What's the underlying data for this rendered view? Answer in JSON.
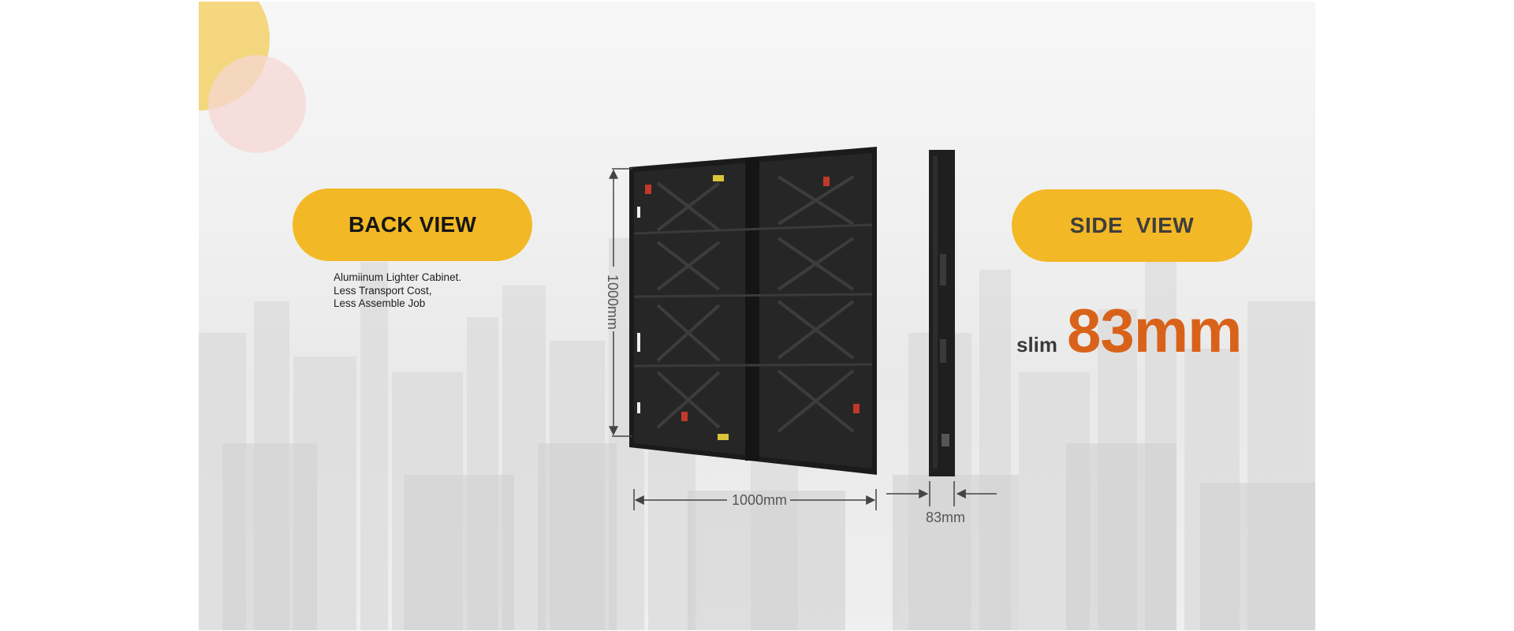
{
  "back_view": {
    "title": "BACK VIEW",
    "features": [
      "Alumiinum Lighter Cabinet.",
      "Less Transport Cost,",
      "Less Assemble Job"
    ]
  },
  "side_view": {
    "title": "SIDE  VIEW",
    "slim_label": "slim",
    "slim_value": "83mm"
  },
  "dimensions": {
    "height": "1000mm",
    "width": "1000mm",
    "depth": "83mm"
  },
  "colors": {
    "accent_yellow": "#f3b825",
    "accent_orange": "#d9621a",
    "cabinet": "#1d1d1d"
  }
}
